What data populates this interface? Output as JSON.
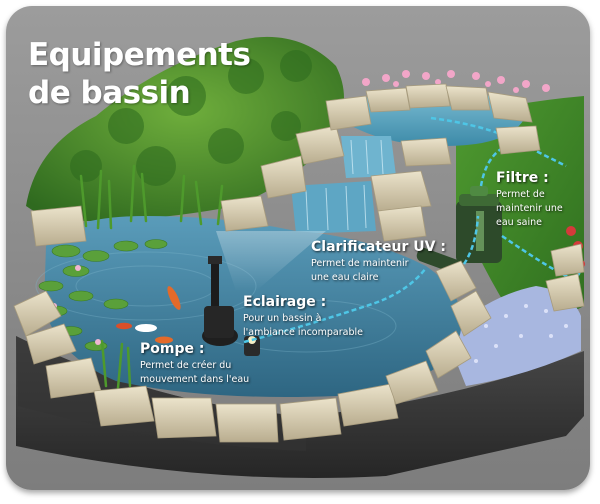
{
  "title_lines": [
    "Equipements",
    "de bassin"
  ],
  "labels": {
    "filtre": {
      "title": "Filtre :",
      "desc": [
        "Permet de",
        "maintenir une",
        "eau saine"
      ]
    },
    "clarificateur": {
      "title": "Clarificateur UV :",
      "desc": [
        "Permet de maintenir",
        "une eau claire"
      ]
    },
    "eclairage": {
      "title": "Eclairage :",
      "desc": [
        "Pour un bassin à",
        "l'ambiance incomparable"
      ]
    },
    "pompe": {
      "title": "Pompe :",
      "desc": [
        "Permet de créer du",
        "mouvement dans l'eau"
      ]
    }
  },
  "colors": {
    "water": "#3f7fa0",
    "stone": "#d9cfb4",
    "grass": "#3f8a2a",
    "hose": "#47c8e6",
    "soil": "#3a3a3a"
  }
}
